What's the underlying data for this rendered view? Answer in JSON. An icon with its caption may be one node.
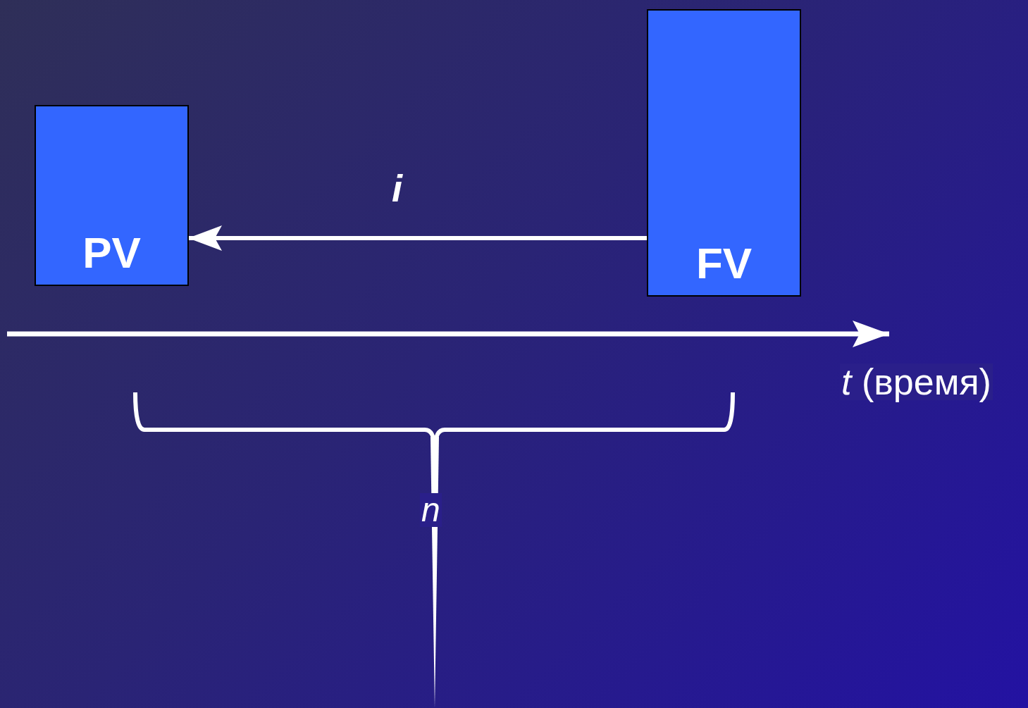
{
  "diagram": {
    "nodes": [
      {
        "text": [
          "PV"
        ]
      },
      {
        "text": [
          "FV"
        ]
      }
    ],
    "edges": [
      {
        "from": 1,
        "to": 0,
        "arrow": "to",
        "label": "i"
      }
    ],
    "labels": [
      "*t* (время)",
      "n"
    ]
  }
}
